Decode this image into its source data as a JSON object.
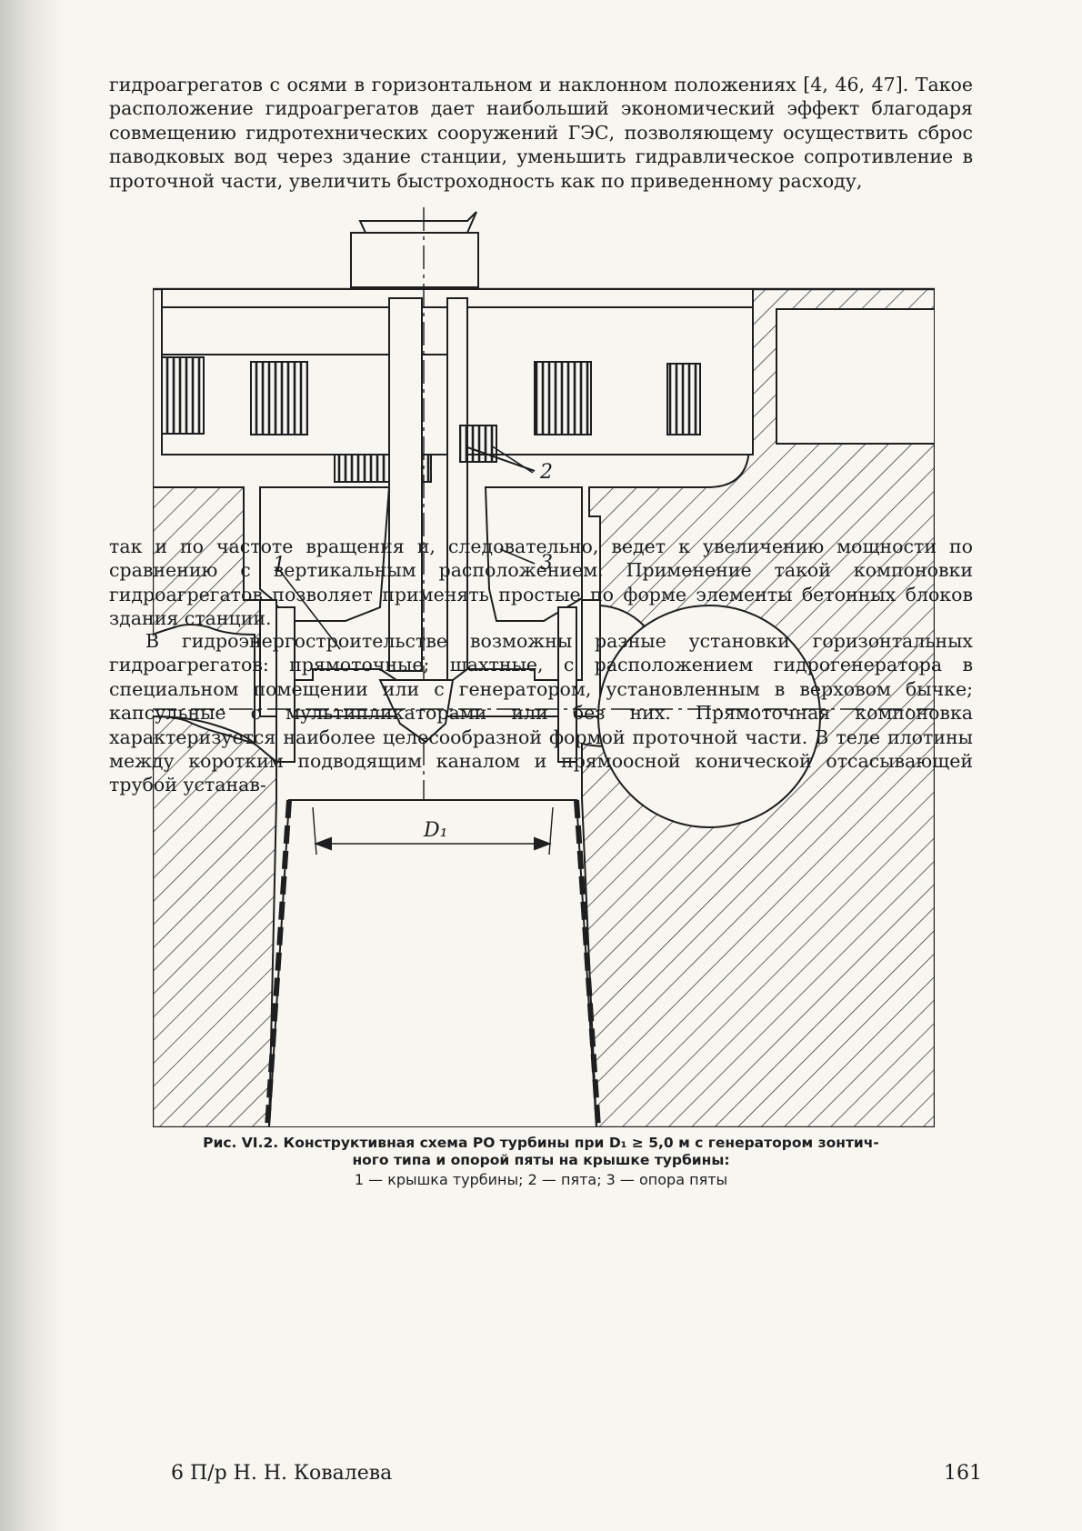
{
  "text": {
    "p1": "гидроагрегатов с осями в горизонтальном и наклонном положениях [4, 46, 47]. Такое расположение гидроагрегатов дает наибольший экономический эффект благодаря совмещению гидротехнических сооружений ГЭС, позволяющему осуществить сброс паводковых вод через здание станции, уменьшить гидравлическое сопротивление в проточной части, увеличить быстроходность как по приведенному расходу,",
    "p2": "так и по частоте вращения и, следовательно, ведет к увеличению мощности по сравнению с вертикальным расположением. Применение такой компоновки гидроагрегатов позволяет применять простые по форме элементы бетонных блоков здания станции.",
    "p3": "В гидроэнергостроительстве возможны разные установки горизонтальных гидроагрегатов: прямоточные; шахтные, с расположением гидрогенератора в специальном помещении или с генератором, установленным в верховом бычке; капсульные с мультипликаторами или без них. Прямоточная компоновка характеризуется наиболее целесообразной формой проточной части. В теле плотины между коротким подводящим каналом и прямоосной конической отсасывающей трубой устанав-"
  },
  "figure": {
    "caption_line1": "Рис. VI.2. Конструктивная схема РО турбины при D₁ ≥ 5,0 м с генератором зонтич-",
    "caption_line2": "ного типа и опорой пяты на крышке турбины:",
    "caption_legend": "1 — крышка турбины; 2 — пята; 3 — опора пяты",
    "labels": {
      "l1": "1",
      "l2": "2",
      "l3": "3",
      "d1": "D₁"
    }
  },
  "footer": {
    "signature": "6 П/р Н. Н. Ковалева",
    "page_number": "161"
  }
}
